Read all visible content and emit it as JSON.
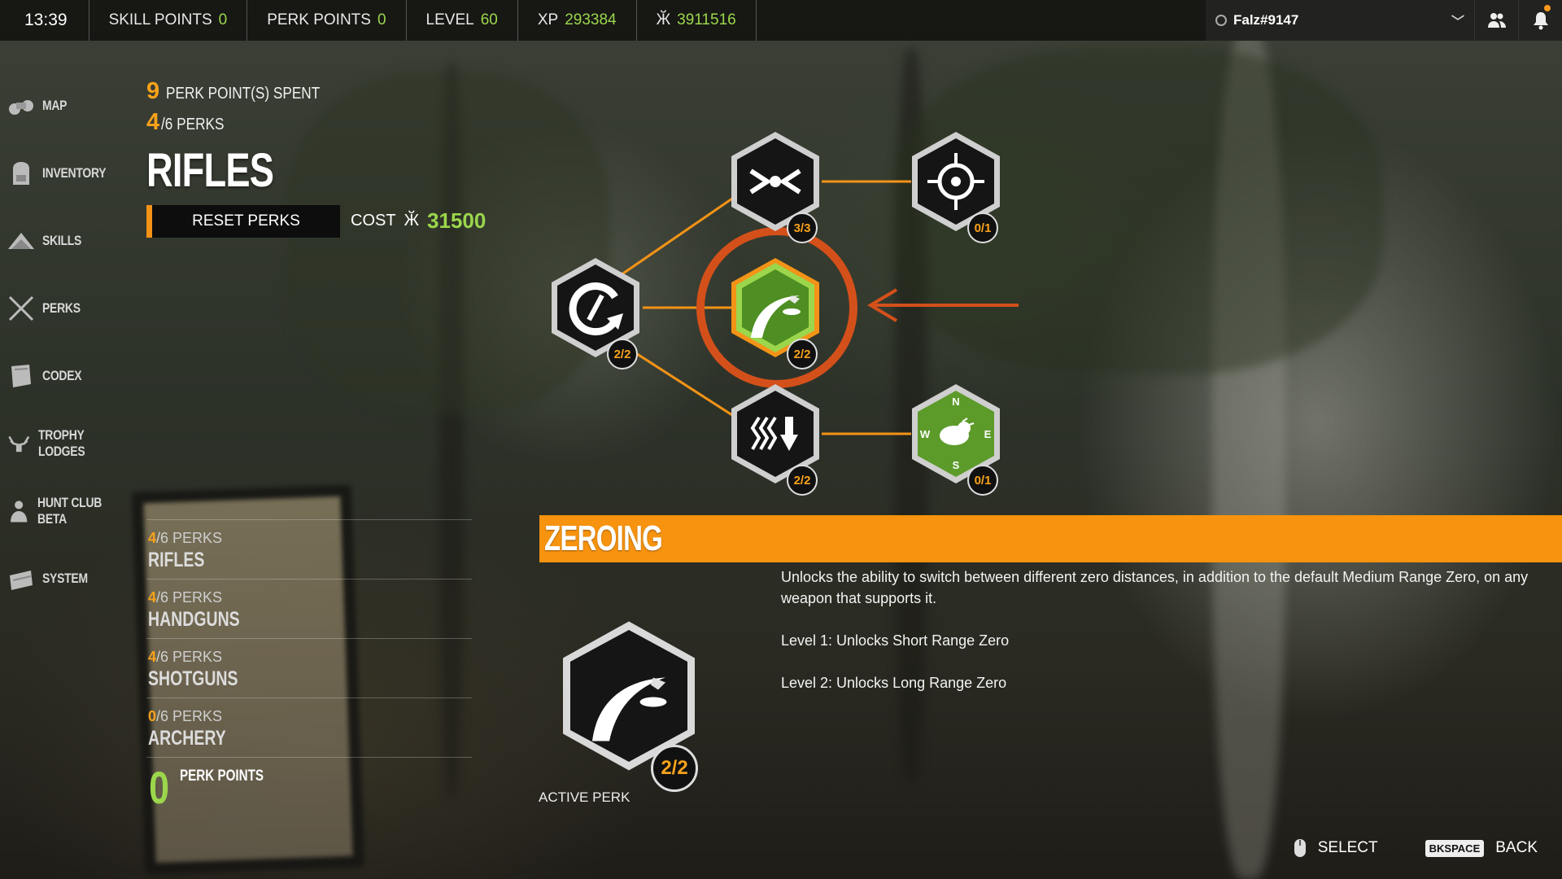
{
  "topbar": {
    "time": "13:39",
    "skill_points_label": "SKILL POINTS",
    "skill_points_value": "0",
    "perk_points_label": "PERK POINTS",
    "perk_points_value": "0",
    "level_label": "LEVEL",
    "level_value": "60",
    "xp_label": "XP",
    "xp_value": "293384",
    "currency_value": "3911516",
    "username": "Falz#9147"
  },
  "sidebar": {
    "items": [
      {
        "label": "MAP",
        "icon": "binoculars-icon"
      },
      {
        "label": "INVENTORY",
        "icon": "backpack-icon"
      },
      {
        "label": "SKILLS",
        "icon": "skills-icon"
      },
      {
        "label": "PERKS",
        "icon": "crossed-rifles-icon"
      },
      {
        "label": "CODEX",
        "icon": "book-icon"
      },
      {
        "label": "TROPHY LODGES",
        "icon": "antlers-icon"
      },
      {
        "label": "HUNT CLUB BETA",
        "icon": "hunter-icon"
      },
      {
        "label": "SYSTEM",
        "icon": "toolbox-icon"
      }
    ]
  },
  "header": {
    "points_spent_value": "9",
    "points_spent_label": "PERK POINT(S) SPENT",
    "perks_owned": "4",
    "perks_total_label": "/6 PERKS",
    "title": "RIFLES",
    "reset_label": "RESET PERKS",
    "cost_label": "COST",
    "cost_value": "31500"
  },
  "categories": [
    {
      "owned": "4",
      "suffix": "/6 PERKS",
      "name": "RIFLES"
    },
    {
      "owned": "4",
      "suffix": "/6 PERKS",
      "name": "HANDGUNS"
    },
    {
      "owned": "4",
      "suffix": "/6 PERKS",
      "name": "SHOTGUNS"
    },
    {
      "owned": "0",
      "suffix": "/6 PERKS",
      "name": "ARCHERY"
    }
  ],
  "perk_points_footer": {
    "value": "0",
    "label": "PERK POINTS"
  },
  "tree": {
    "nodes": [
      {
        "id": "focus",
        "icon": "focus-icon",
        "level": "3/3"
      },
      {
        "id": "crosshair",
        "icon": "crosshair-icon",
        "level": "0/1"
      },
      {
        "id": "reload",
        "icon": "fast-reload-icon",
        "level": "2/2"
      },
      {
        "id": "zeroing",
        "icon": "zeroing-trajectory-icon",
        "level": "2/2"
      },
      {
        "id": "wind",
        "icon": "bullet-drop-icon",
        "level": "2/2"
      },
      {
        "id": "compass",
        "icon": "weather-compass-icon",
        "level": "0/1",
        "compass": {
          "n": "N",
          "e": "E",
          "s": "S",
          "w": "W"
        }
      }
    ]
  },
  "detail": {
    "title": "ZEROING",
    "description": "Unlocks the ability to switch between different zero distances, in addition to the default Medium Range Zero, on any weapon that supports it.",
    "level1": "Level 1: Unlocks Short Range Zero",
    "level2": "Level 2: Unlocks Long Range Zero",
    "active_level": "2/2",
    "active_label": "ACTIVE PERK"
  },
  "hints": {
    "select_label": "SELECT",
    "back_key": "BKSPACE",
    "back_label": "BACK"
  },
  "colors": {
    "accent_orange": "#f7930f",
    "value_green": "#9bd64c",
    "highlight_ring": "#d4501a"
  }
}
